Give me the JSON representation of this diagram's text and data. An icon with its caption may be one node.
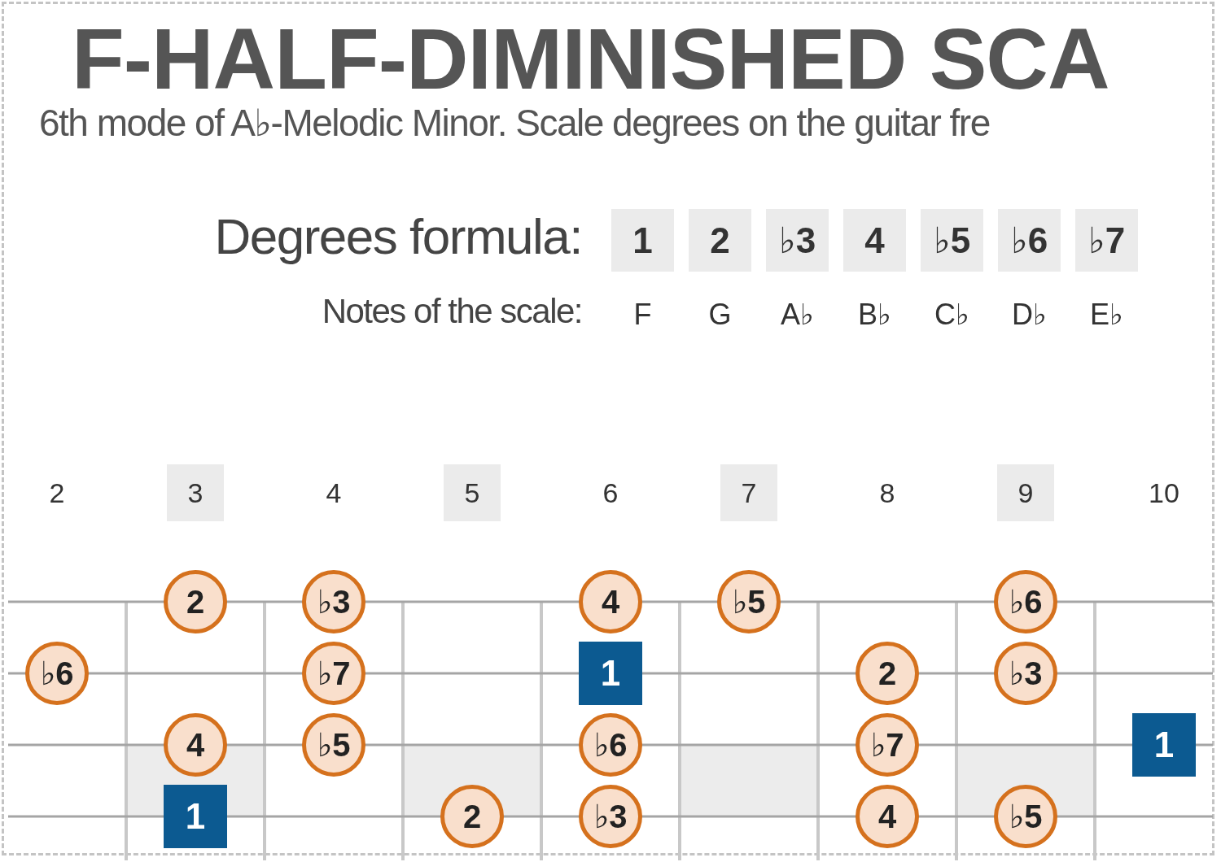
{
  "diagram": {
    "title": "F-HALF-DIMINISHED SCA",
    "nodes": [
      {
        "text": [
          "1"
        ]
      },
      {
        "text": [
          "2"
        ]
      },
      {
        "text": [
          "♭3"
        ]
      },
      {
        "text": [
          "4"
        ]
      },
      {
        "text": [
          "♭5"
        ]
      },
      {
        "text": [
          "♭6"
        ]
      },
      {
        "text": [
          "♭7"
        ]
      },
      {
        "text": [
          "3"
        ]
      },
      {
        "text": [
          "5"
        ]
      },
      {
        "text": [
          "7"
        ]
      },
      {
        "text": [
          "9"
        ]
      },
      {
        "text": [
          "2"
        ]
      },
      {
        "text": [
          "♭3"
        ]
      },
      {
        "text": [
          "4"
        ]
      },
      {
        "text": [
          "♭5"
        ]
      },
      {
        "text": [
          "♭6"
        ]
      },
      {
        "text": [
          "♭6"
        ]
      },
      {
        "text": [
          "♭7"
        ]
      },
      {
        "text": [
          "1"
        ]
      },
      {
        "text": [
          "2"
        ]
      },
      {
        "text": [
          "♭3"
        ]
      },
      {
        "text": [
          "4"
        ]
      },
      {
        "text": [
          "♭5"
        ]
      },
      {
        "text": [
          "♭6"
        ]
      },
      {
        "text": [
          "♭7"
        ]
      },
      {
        "text": [
          "1"
        ]
      },
      {
        "text": [
          "1"
        ]
      },
      {
        "text": [
          "2"
        ]
      },
      {
        "text": [
          "♭3"
        ]
      },
      {
        "text": [
          "4"
        ]
      },
      {
        "text": [
          "♭5"
        ]
      }
    ],
    "labels": [
      "6th mode of A♭-Melodic Minor. Scale degrees on the guitar fre",
      "Degrees formula:",
      "Notes of the scale:",
      "F",
      "G",
      "A♭",
      "B♭",
      "C♭",
      "D♭",
      "E♭",
      "2",
      "4",
      "6",
      "8",
      "10"
    ]
  }
}
